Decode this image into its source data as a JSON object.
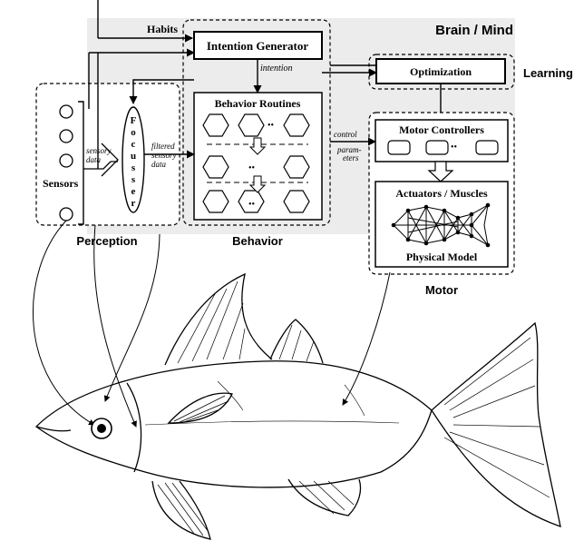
{
  "brain_label": "Brain / Mind",
  "habits_label": "Habits",
  "intention_generator_label": "Intention Generator",
  "intention_label": "intention",
  "optimization_label": "Optimization",
  "learning_label": "Learning",
  "behavior_routines_label": "Behavior Routines",
  "focusser_letters": [
    "F",
    "o",
    "c",
    "u",
    "s",
    "s",
    "e",
    "r"
  ],
  "sensory_data": [
    "sensory",
    "data"
  ],
  "filtered_sensory_data": [
    "filtered",
    "sensory",
    "data"
  ],
  "control_parameters": [
    "control",
    "param-",
    "eters"
  ],
  "motor_controllers_label": "Motor Controllers",
  "actuators_label": "Actuators / Muscles",
  "physical_model_label": "Physical Model",
  "sensors_label": "Sensors",
  "perception_label": "Perception",
  "behavior_label": "Behavior",
  "motor_label": "Motor",
  "ellipsis": "••",
  "colors": {
    "panel": "#ececec",
    "ink": "#000000"
  }
}
